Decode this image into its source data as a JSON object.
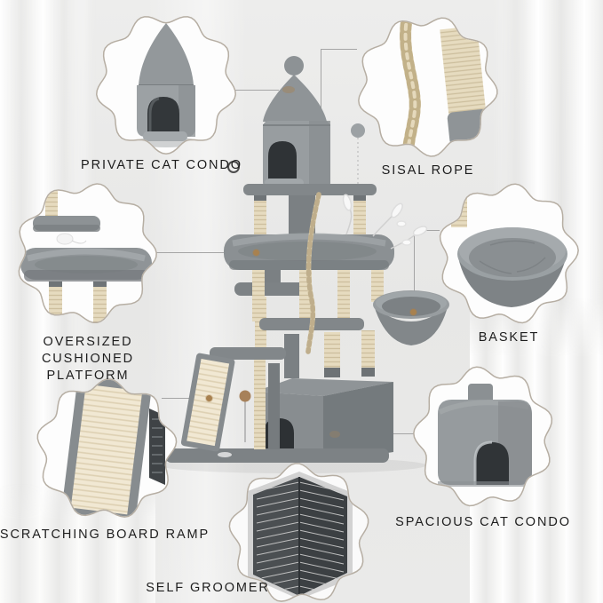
{
  "callouts": [
    {
      "id": "private-cat-condo",
      "label": "PRIVATE CAT CONDO"
    },
    {
      "id": "sisal-rope",
      "label": "SISAL ROPE"
    },
    {
      "id": "oversized-cushioned-platform",
      "label": "OVERSIZED CUSHIONED PLATFORM"
    },
    {
      "id": "basket",
      "label": "BASKET"
    },
    {
      "id": "scratching-board-ramp",
      "label": "SCRATCHING BOARD RAMP"
    },
    {
      "id": "self-groomer",
      "label": "SELF GROOMER"
    },
    {
      "id": "spacious-cat-condo",
      "label": "SPACIOUS CAT CONDO"
    }
  ],
  "colors": {
    "background": "#e9e9e8",
    "label_text": "#1d1d1d",
    "bubble_border": "#b6aea3",
    "bubble_fill": "#ffffff",
    "connector_line": "#a5a5a5",
    "anchor_dot": "#a8814f",
    "plush_gray": "#8f9497",
    "plush_dark": "#747a7d",
    "sisal_beige": "#e6dbbf",
    "condo_opening": "#2f3336"
  }
}
